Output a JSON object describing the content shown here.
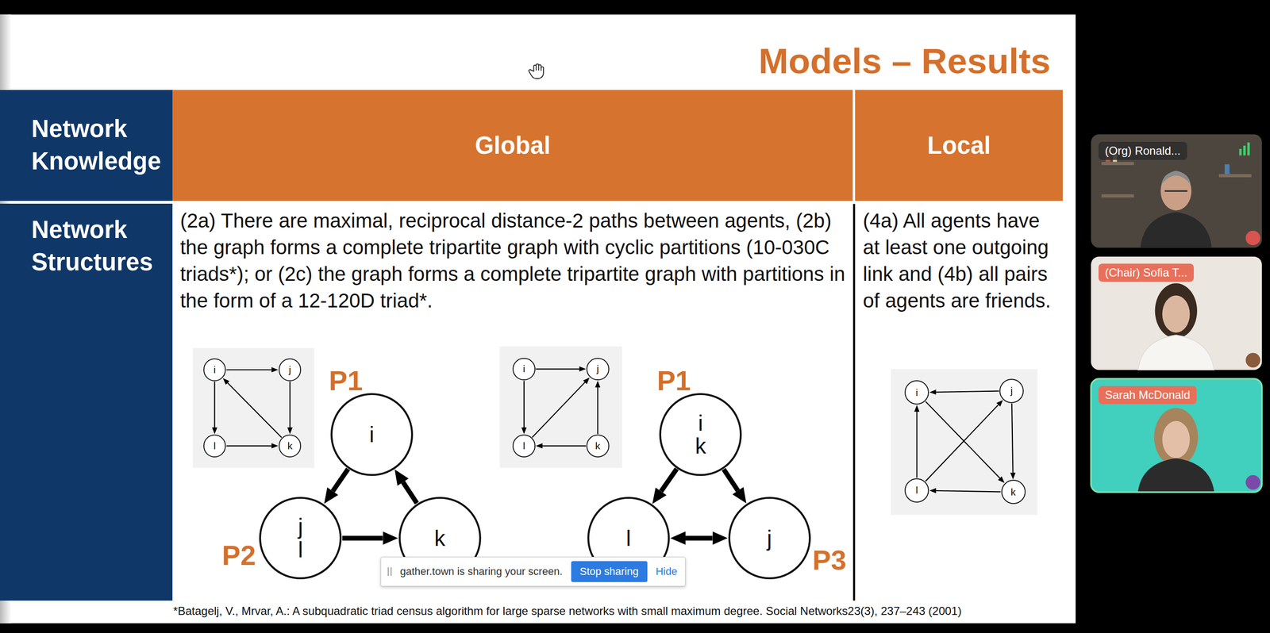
{
  "diagram": {
    "title": "Models – Results",
    "nodes": [
      {
        "text": [
          "Network Knowledge"
        ]
      },
      {
        "text": [
          "Global"
        ]
      },
      {
        "text": [
          "Local"
        ]
      },
      {
        "text": [
          "Network Structures"
        ]
      },
      {
        "text": [
          "(2a) There are maximal, reciprocal distance-2 paths between agents, (2b) the graph forms a complete tripartite graph with cyclic partitions (10-030C triads*); or (2c) the graph forms a complete tripartite graph with partitions in the form of a 12-120D triad*."
        ]
      },
      {
        "text": [
          "(4a) All agents have at least one outgoing link and (4b) all pairs of agents are friends."
        ]
      },
      {
        "text": [
          "i"
        ],
        "in": 4
      },
      {
        "text": [
          "j"
        ],
        "in": 4
      },
      {
        "text": [
          "l"
        ],
        "in": 4
      },
      {
        "text": [
          "k"
        ],
        "in": 4
      },
      {
        "text": [
          "i"
        ],
        "in": 4
      },
      {
        "text": [
          "j l"
        ],
        "in": 4
      },
      {
        "text": [
          "k"
        ],
        "in": 4
      },
      {
        "text": [
          "i"
        ],
        "in": 4
      },
      {
        "text": [
          "j"
        ],
        "in": 4
      },
      {
        "text": [
          "l"
        ],
        "in": 4
      },
      {
        "text": [
          "k"
        ],
        "in": 4
      },
      {
        "text": [
          "i k"
        ],
        "in": 4
      },
      {
        "text": [
          "l"
        ],
        "in": 4
      },
      {
        "text": [
          "j"
        ],
        "in": 4
      },
      {
        "text": [
          "i"
        ],
        "in": 5
      },
      {
        "text": [
          "j"
        ],
        "in": 5
      },
      {
        "text": [
          "l"
        ],
        "in": 5
      },
      {
        "text": [
          "k"
        ],
        "in": 5
      },
      {
        "text": [
          "(Org) Ronald..."
        ]
      },
      {
        "text": [
          "(Chair) Sofia T..."
        ]
      },
      {
        "text": [
          "Sarah McDonald"
        ]
      },
      {
        "text": [
          "gather.town is sharing your screen.",
          "Hide"
        ]
      },
      {
        "text": [
          "Stop sharing"
        ],
        "in": 27
      }
    ],
    "edges": [
      {
        "from": 6,
        "to": 7,
        "arrow": "to"
      },
      {
        "from": 6,
        "to": 8,
        "arrow": "to"
      },
      {
        "from": 7,
        "to": 9,
        "arrow": "to"
      },
      {
        "from": 8,
        "to": 9,
        "arrow": "to"
      },
      {
        "from": 9,
        "to": 6,
        "arrow": "to"
      },
      {
        "from": 10,
        "to": 11,
        "arrow": "to"
      },
      {
        "from": 12,
        "to": 10,
        "arrow": "to"
      },
      {
        "from": 11,
        "to": 12,
        "arrow": "to"
      },
      {
        "from": 13,
        "to": 14,
        "arrow": "to"
      },
      {
        "from": 13,
        "to": 15,
        "arrow": "to"
      },
      {
        "from": 15,
        "to": 14,
        "arrow": "to"
      },
      {
        "from": 16,
        "to": 14,
        "arrow": "to"
      },
      {
        "from": 16,
        "to": 15,
        "arrow": "to"
      },
      {
        "from": 17,
        "to": 18,
        "arrow": "to"
      },
      {
        "from": 17,
        "to": 19,
        "arrow": "to"
      },
      {
        "from": 18,
        "to": 19,
        "arrow": "both"
      },
      {
        "from": 21,
        "to": 20,
        "arrow": "to"
      },
      {
        "from": 21,
        "to": 23,
        "arrow": "to"
      },
      {
        "from": 22,
        "to": 20,
        "arrow": "to"
      },
      {
        "from": 22,
        "to": 21,
        "arrow": "to"
      },
      {
        "from": 20,
        "to": 23,
        "arrow": "to"
      },
      {
        "from": 23,
        "to": 22,
        "arrow": "to"
      }
    ],
    "labels": [
      "P1",
      "P1",
      "P2",
      "P3",
      "*Batagelj, V., Mrvar, A.: A subquadratic triad census algorithm for large sparse networks with small maximum degree. Social Networks23(3), 237–243 (2001)"
    ]
  }
}
